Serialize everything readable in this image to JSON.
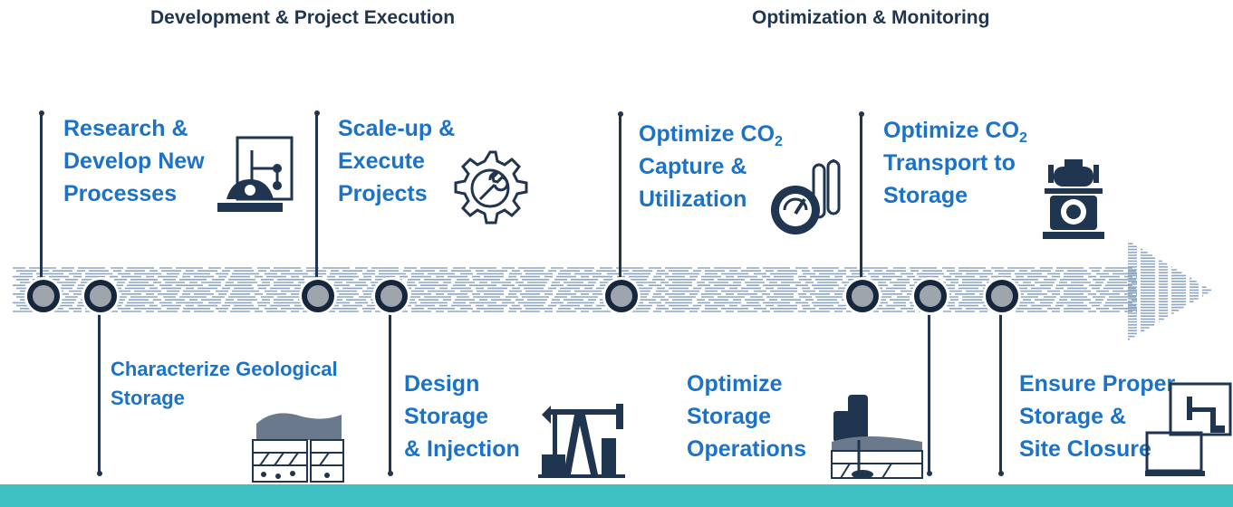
{
  "phases": {
    "left": "Development & Project Execution",
    "right": "Optimization & Monitoring"
  },
  "top_steps": [
    {
      "lines": [
        "Research &",
        "Develop New",
        "Processes"
      ],
      "icon": "lab-desk-icon"
    },
    {
      "lines": [
        "Scale-up &",
        "Execute",
        "Projects"
      ],
      "icon": "gear-wrench-icon"
    },
    {
      "line1": "Optimize CO",
      "sub": "2",
      "lines": [
        "Capture &",
        "Utilization"
      ],
      "icon": "gauge-tanks-icon"
    },
    {
      "line1": "Optimize CO",
      "sub": "2",
      "lines": [
        "Transport to",
        "Storage"
      ],
      "icon": "pipeline-icon"
    }
  ],
  "bottom_steps": [
    {
      "lines": [
        "Characterize Geological",
        "Storage"
      ],
      "icon": "geology-block-icon"
    },
    {
      "lines": [
        "Design",
        "Storage",
        "& Injection"
      ],
      "icon": "pump-jack-icon"
    },
    {
      "lines": [
        "Optimize",
        "Storage",
        "Operations"
      ],
      "icon": "storage-operations-icon"
    },
    {
      "lines": [
        "Ensure Proper",
        "Storage &",
        "Site Closure"
      ],
      "icon": "monitor-computer-icon"
    }
  ],
  "colors": {
    "label_blue": "#1a73c9",
    "dark_navy": "#1f3550",
    "teal_band": "#3fc1c3",
    "arrow_lines": "#8fa7c2"
  }
}
